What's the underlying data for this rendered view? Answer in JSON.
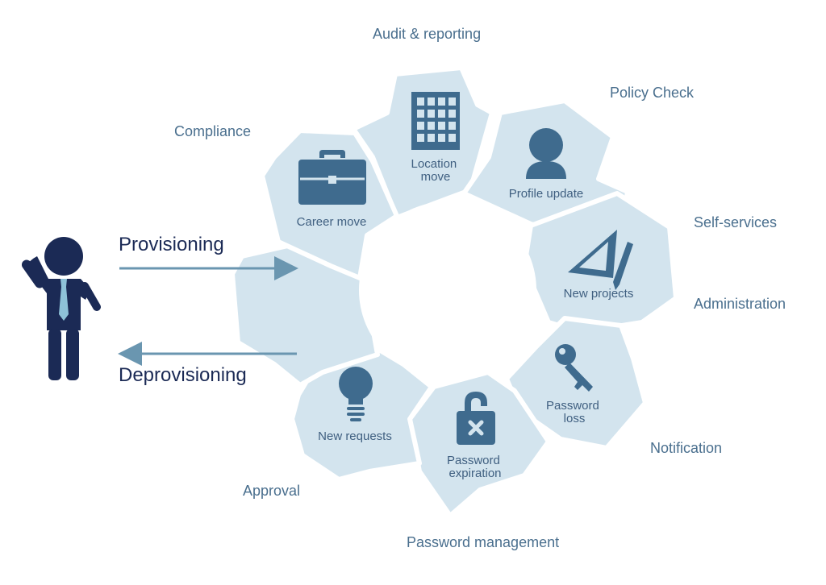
{
  "outer_labels": {
    "audit": "Audit & reporting",
    "policy": "Policy Check",
    "compliance": "Compliance",
    "self_services": "Self-services",
    "administration": "Administration",
    "notification": "Notification",
    "approval": "Approval",
    "password_mgmt": "Password management"
  },
  "flow": {
    "provisioning": "Provisioning",
    "deprovisioning": "Deprovisioning"
  },
  "segments": {
    "location": [
      "Location",
      "move"
    ],
    "profile": [
      "Profile update"
    ],
    "projects": [
      "New projects"
    ],
    "password_loss": [
      "Password",
      "loss"
    ],
    "password_expiration": [
      "Password",
      "expiration"
    ],
    "requests": [
      "New requests"
    ],
    "career": [
      "Career move"
    ]
  },
  "colors": {
    "segment_fill": "#d3e4ee",
    "icon": "#3f6b8e",
    "label_text": "#4a6f8e",
    "figure": "#1b2a55",
    "tie": "#8ec2d8",
    "arrow": "#6a96b0"
  }
}
